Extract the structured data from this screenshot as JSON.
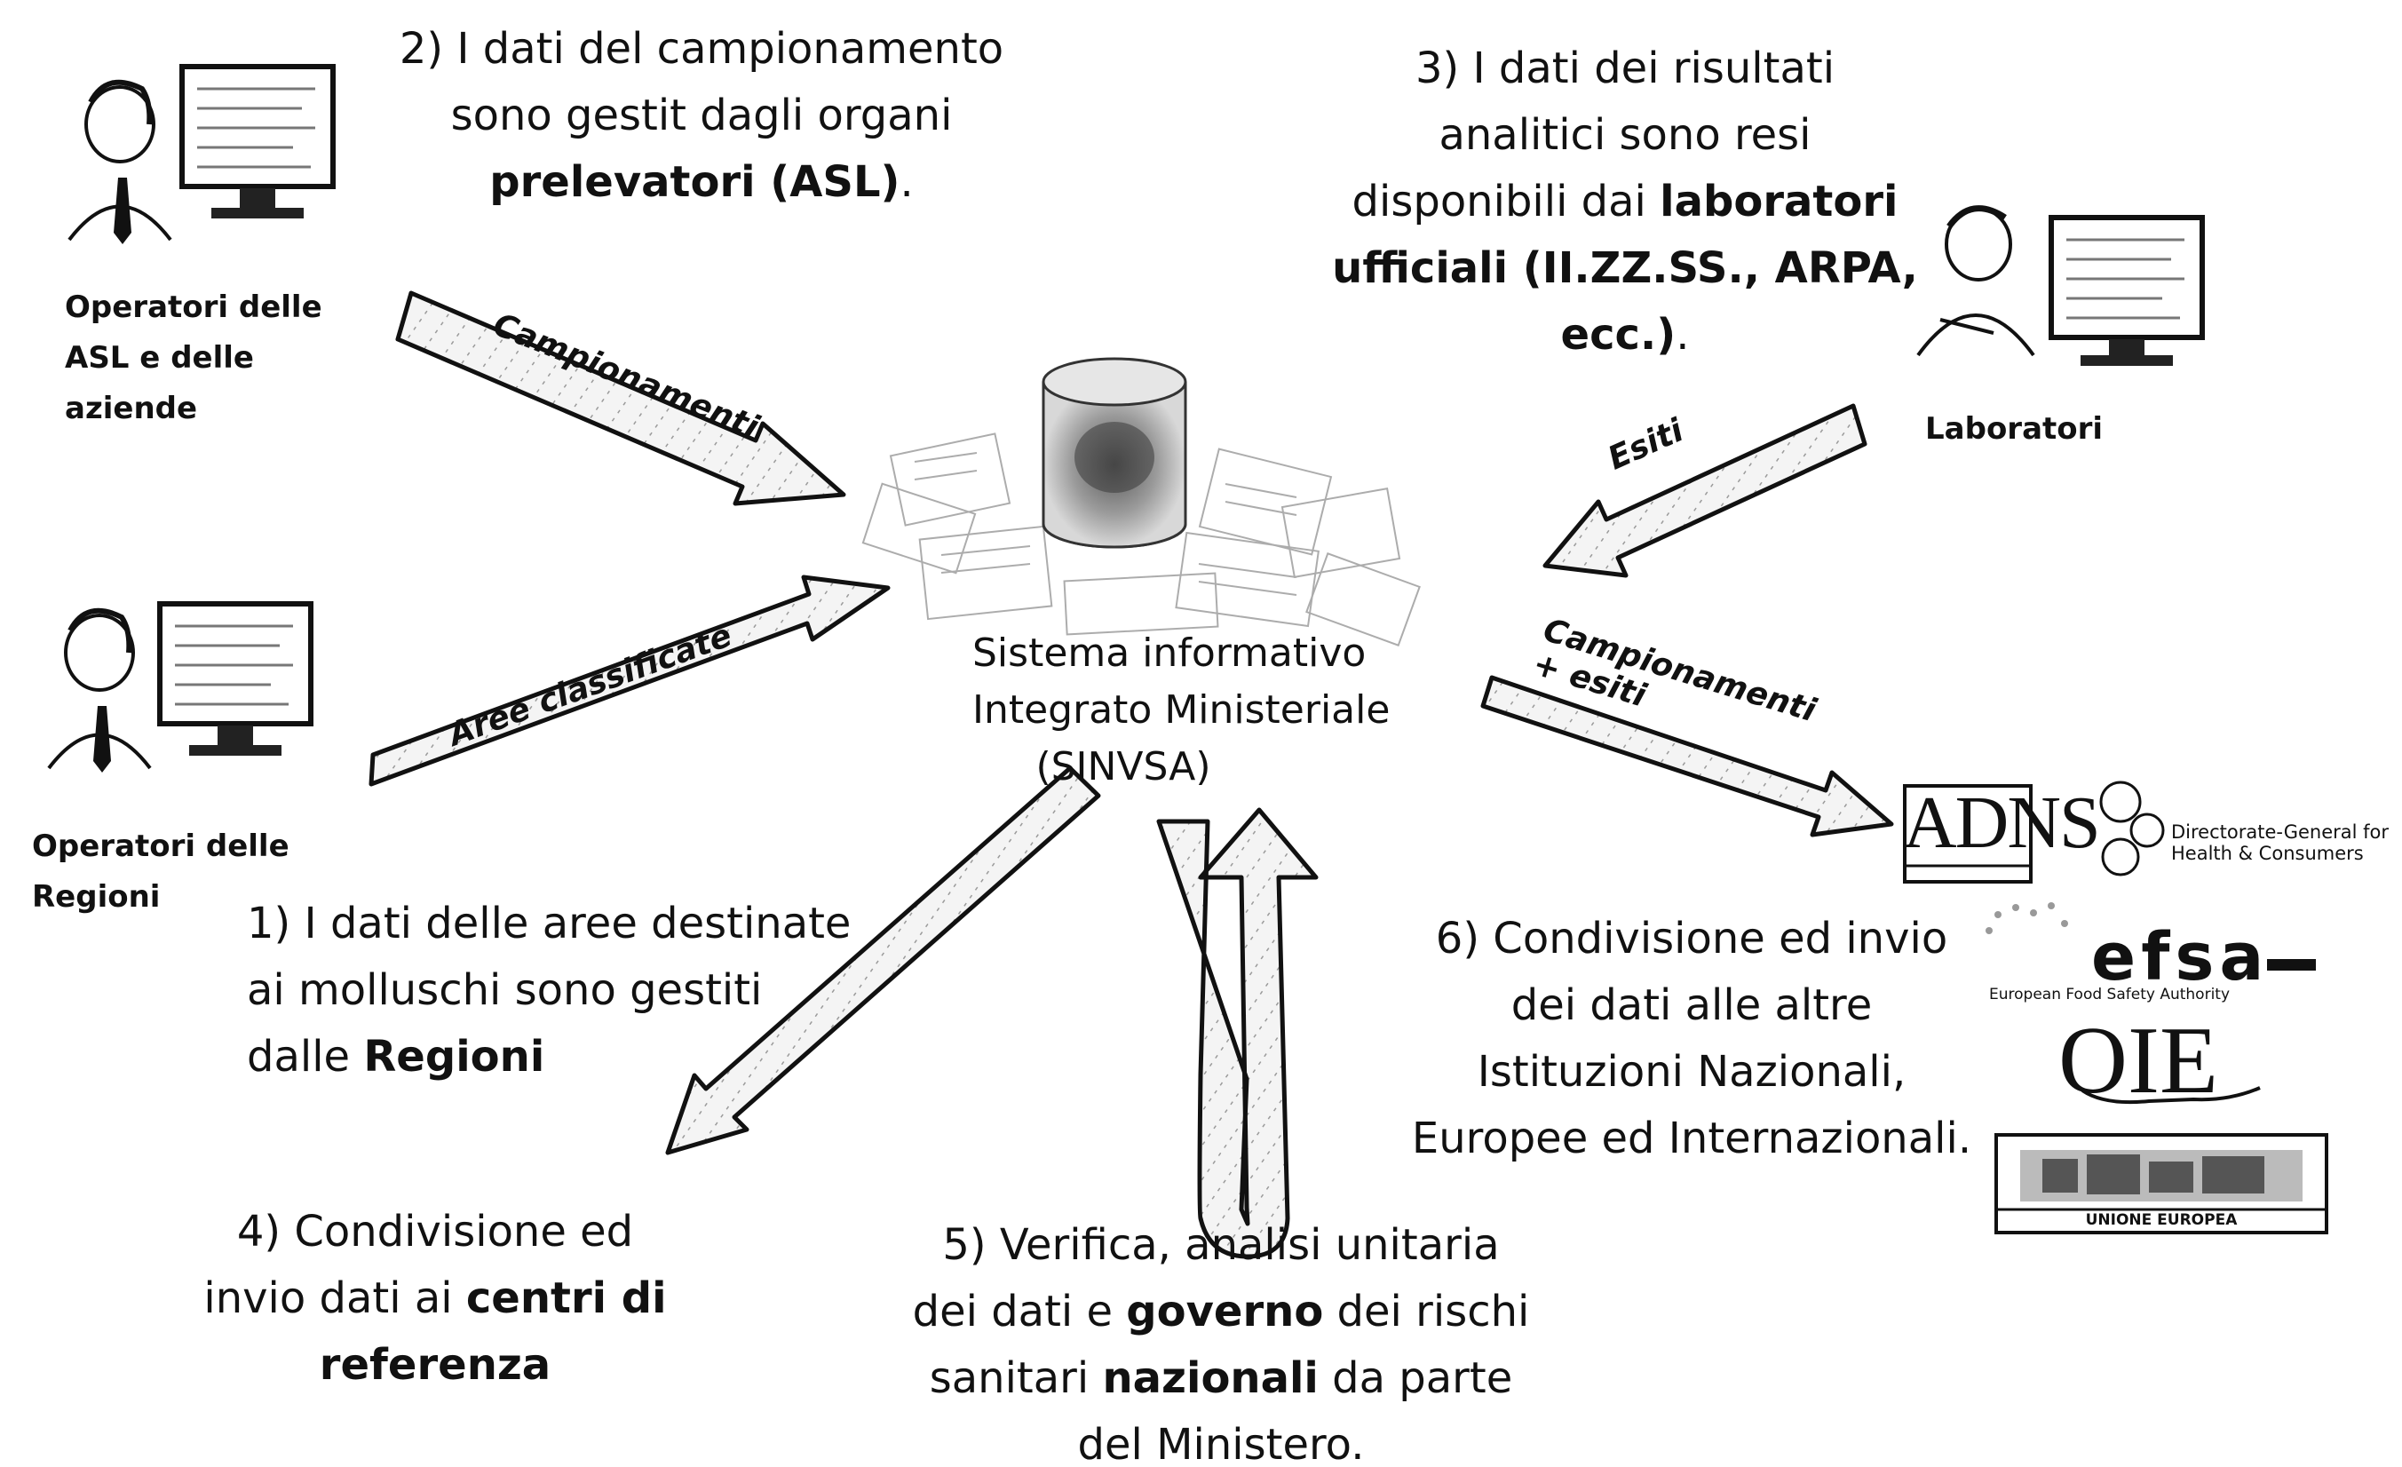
{
  "colors": {
    "ink": "#111111",
    "arrow_fill": "#f2f2f2",
    "background": "#ffffff"
  },
  "actors": {
    "asl_operators": {
      "line1": "Operatori delle",
      "line2": "ASL e delle",
      "line3": "aziende",
      "icon": "user-at-computer-icon"
    },
    "region_operators": {
      "line1": "Operatori delle",
      "line2": "Regioni",
      "icon": "user-at-computer-icon"
    },
    "laboratories": {
      "label": "Laboratori",
      "icon": "user-at-computer-icon"
    }
  },
  "arrows": {
    "sampling": "Campionamenti",
    "classified_areas": "Aree classificate",
    "results": "Esiti",
    "sampling_results_line1": "Campionamenti",
    "sampling_results_line2": "+ esiti"
  },
  "center": {
    "line1": "Sistema informativo",
    "line2": "Integrato Ministeriale",
    "line3": "(SINVSA)",
    "icon": "database-icon"
  },
  "steps": {
    "step1": {
      "line1": "1) I dati delle aree destinate",
      "line2": "ai molluschi sono gestiti",
      "line3_prefix": "dalle ",
      "line3_bold": "Regioni"
    },
    "step2": {
      "line1": "2) I dati del campionamento",
      "line2": "sono gestit dagli organi",
      "line3_bold": "prelevatori (ASL)",
      "line3_suffix": "."
    },
    "step3": {
      "line1": "3) I dati dei risultati",
      "line2": "analitici sono resi",
      "line3_prefix": "disponibili dai ",
      "line3_bold": "laboratori",
      "line4_bold": "ufficiali (II.ZZ.SS., ARPA,",
      "line5_bold": "ecc.)",
      "line5_suffix": "."
    },
    "step4": {
      "line1": "4) Condivisione ed",
      "line2_prefix": "invio dati ai ",
      "line2_bold": "centri di",
      "line3_bold": "referenza"
    },
    "step5": {
      "line1": "5) Verifica, analisi unitaria",
      "line2_prefix": "dei dati e ",
      "line2_bold": "governo",
      "line2_suffix": " dei rischi",
      "line3_prefix": "sanitari ",
      "line3_bold": "nazionali",
      "line3_suffix": " da parte",
      "line4": "del Ministero."
    },
    "step6": {
      "line1": "6) Condivisione ed invio",
      "line2": "dei dati alle altre",
      "line3": "Istituzioni Nazionali,",
      "line4": "Europee ed Internazionali."
    }
  },
  "logos": {
    "adns": "ADNS",
    "dg_line1": "Directorate-General for",
    "dg_line2": "Health & Consumers",
    "efsa": "efsa",
    "efsa_sub": "European Food Safety Authority",
    "oie": "OIE",
    "eu_caption": "UNIONE EUROPEA"
  }
}
